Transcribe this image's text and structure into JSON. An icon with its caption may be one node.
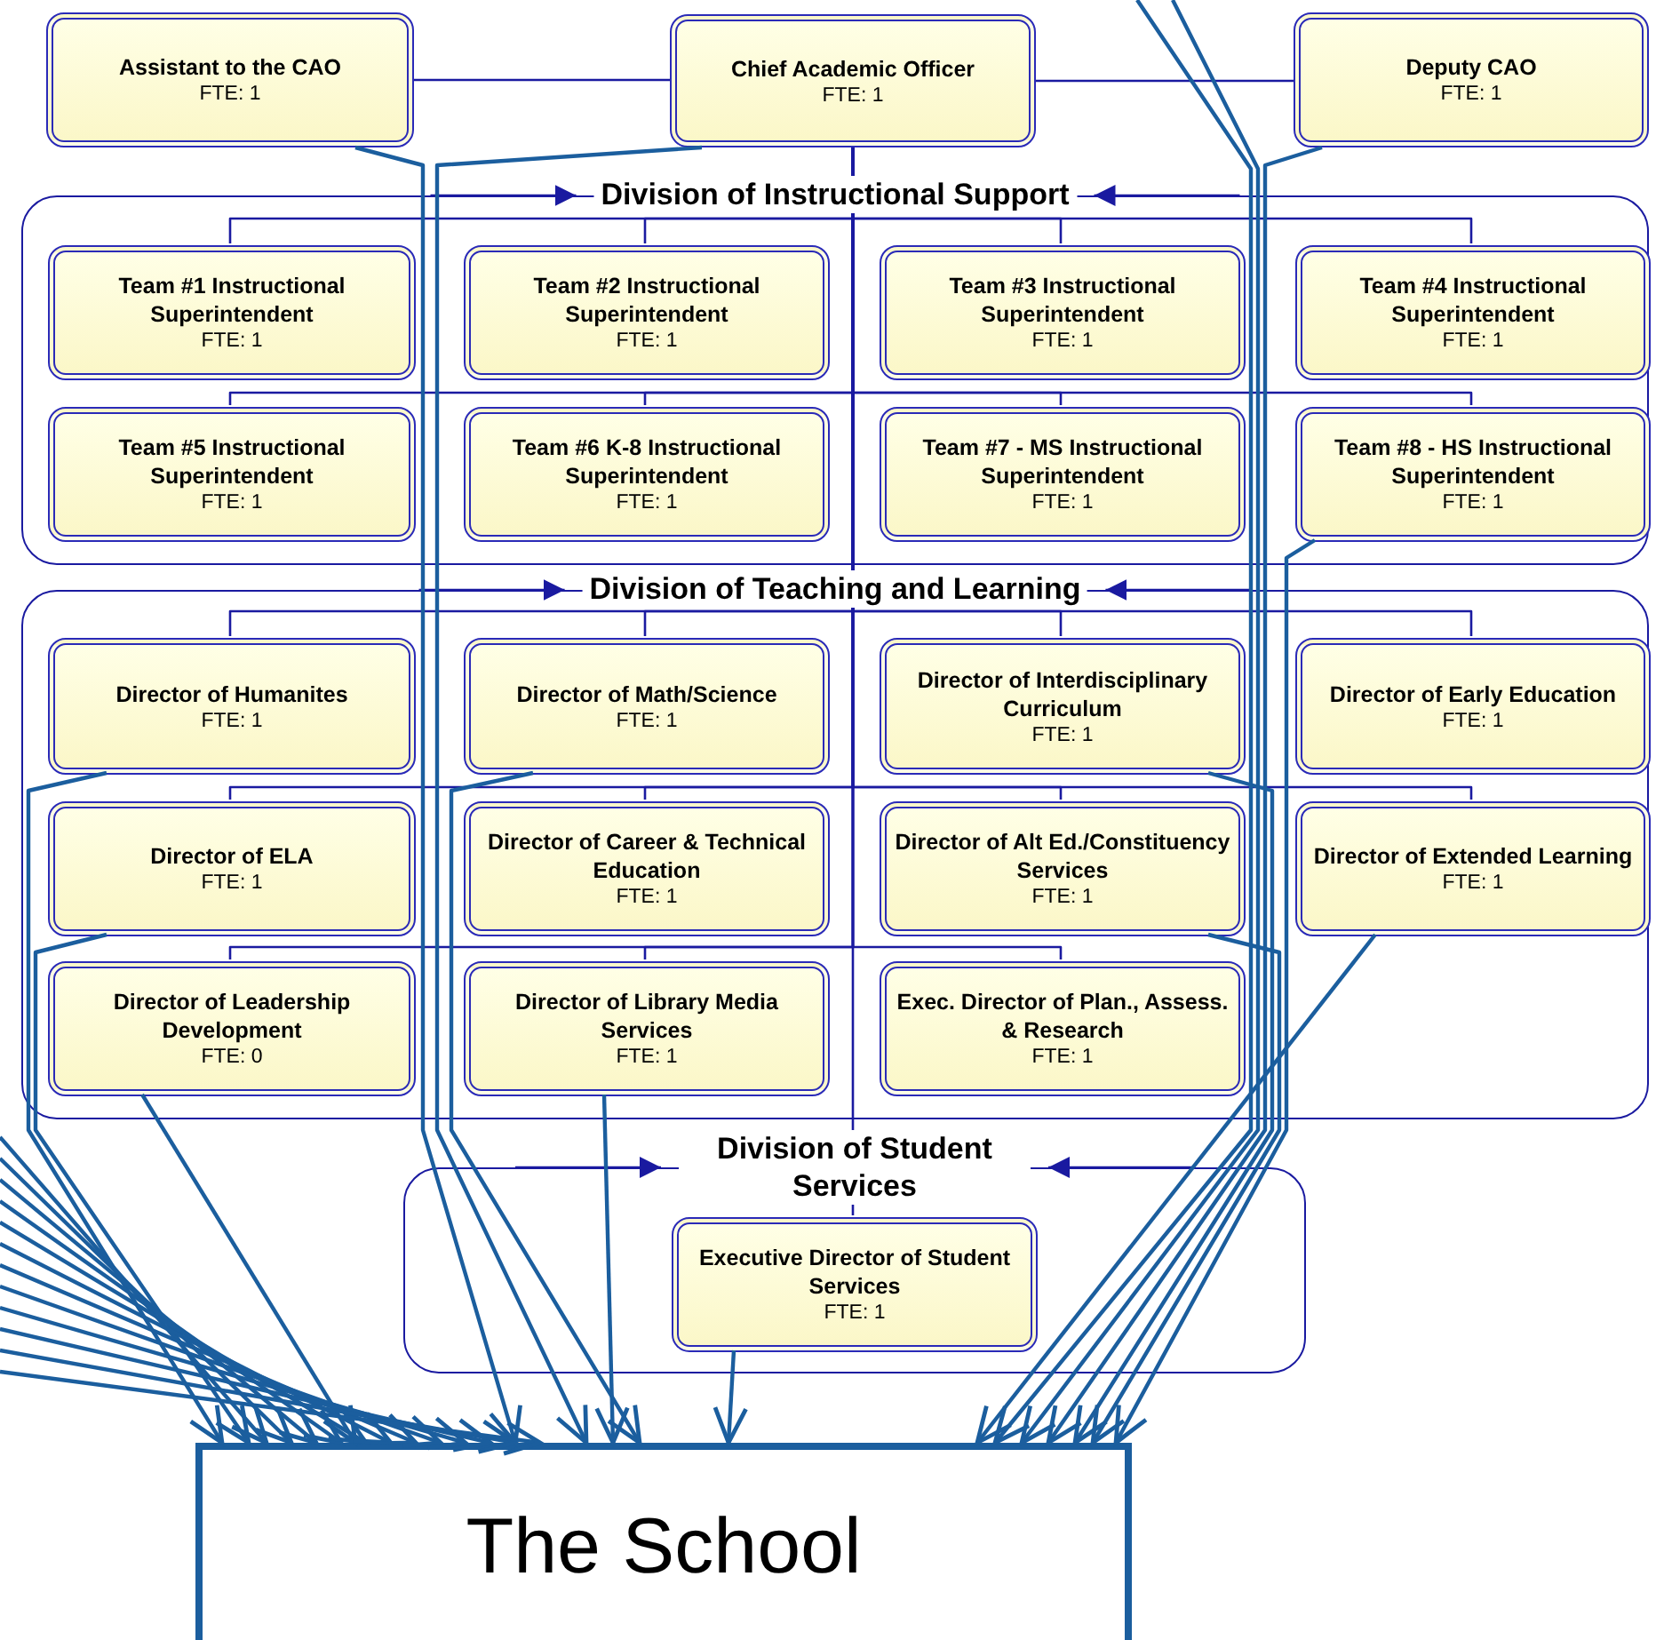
{
  "diagram": {
    "nodes": [
      {
        "text": [
          "Assistant to the CAO",
          "FTE:  1"
        ]
      },
      {
        "text": [
          "Chief Academic Officer",
          "FTE:  1"
        ]
      },
      {
        "text": [
          "Deputy CAO",
          "FTE:  1"
        ]
      },
      {
        "text": [
          "Division of Instructional Support"
        ]
      },
      {
        "text": [
          "Team #1 Instructional Superintendent",
          "FTE:  1"
        ],
        "in": 3
      },
      {
        "text": [
          "Team #2 Instructional Superintendent",
          "FTE:  1"
        ],
        "in": 3
      },
      {
        "text": [
          "Team #3 Instructional Superintendent",
          "FTE:  1"
        ],
        "in": 3
      },
      {
        "text": [
          "Team #4 Instructional Superintendent",
          "FTE:  1"
        ],
        "in": 3
      },
      {
        "text": [
          "Team #5 Instructional Superintendent",
          "FTE:  1"
        ],
        "in": 3
      },
      {
        "text": [
          "Team #6 K-8 Instructional Superintendent",
          "FTE:  1"
        ],
        "in": 3
      },
      {
        "text": [
          "Team #7 - MS Instructional Superintendent",
          "FTE:  1"
        ],
        "in": 3
      },
      {
        "text": [
          "Team #8 - HS Instructional Superintendent",
          "FTE:  1"
        ],
        "in": 3
      },
      {
        "text": [
          "Division of Teaching and Learning"
        ]
      },
      {
        "text": [
          "Director of Humanites",
          "FTE:  1"
        ],
        "in": 12
      },
      {
        "text": [
          "Director of Math/Science",
          "FTE:  1"
        ],
        "in": 12
      },
      {
        "text": [
          "Director of Interdisciplinary Curriculum",
          "FTE:  1"
        ],
        "in": 12
      },
      {
        "text": [
          "Director of Early Education",
          "FTE:  1"
        ],
        "in": 12
      },
      {
        "text": [
          "Director of ELA",
          "FTE:  1"
        ],
        "in": 12
      },
      {
        "text": [
          "Director of Career & Technical Education",
          "FTE:  1"
        ],
        "in": 12
      },
      {
        "text": [
          "Director of Alt Ed./Constituency Services",
          "FTE:  1"
        ],
        "in": 12
      },
      {
        "text": [
          "Director of Extended Learning",
          "FTE:  1"
        ],
        "in": 12
      },
      {
        "text": [
          "Director of Leadership Development",
          "FTE:  0"
        ],
        "in": 12
      },
      {
        "text": [
          "Director of Library Media Services",
          "FTE:  1"
        ],
        "in": 12
      },
      {
        "text": [
          "Exec. Director of Plan., Assess. & Research",
          "FTE:  1"
        ],
        "in": 12
      },
      {
        "text": [
          "Division of Student Services"
        ]
      },
      {
        "text": [
          "Executive Director of Student Services",
          "FTE:  1"
        ],
        "in": 24
      },
      {
        "text": [
          "The School"
        ]
      }
    ],
    "edges": [
      {
        "from": 0,
        "to": 1,
        "arrow": "none",
        "color": "#1a1aa0"
      },
      {
        "from": 1,
        "to": 2,
        "arrow": "none",
        "color": "#1a1aa0"
      },
      {
        "from": 1,
        "to": 4,
        "arrow": "none",
        "color": "#1a1aa0"
      },
      {
        "from": 1,
        "to": 5,
        "arrow": "none",
        "color": "#1a1aa0"
      },
      {
        "from": 1,
        "to": 6,
        "arrow": "none",
        "color": "#1a1aa0"
      },
      {
        "from": 1,
        "to": 7,
        "arrow": "none",
        "color": "#1a1aa0"
      },
      {
        "from": 1,
        "to": 8,
        "arrow": "none",
        "color": "#1a1aa0"
      },
      {
        "from": 1,
        "to": 9,
        "arrow": "none",
        "color": "#1a1aa0"
      },
      {
        "from": 1,
        "to": 10,
        "arrow": "none",
        "color": "#1a1aa0"
      },
      {
        "from": 1,
        "to": 11,
        "arrow": "none",
        "color": "#1a1aa0"
      },
      {
        "from": 1,
        "to": 13,
        "arrow": "none",
        "color": "#1a1aa0"
      },
      {
        "from": 1,
        "to": 14,
        "arrow": "none",
        "color": "#1a1aa0"
      },
      {
        "from": 1,
        "to": 15,
        "arrow": "none",
        "color": "#1a1aa0"
      },
      {
        "from": 1,
        "to": 16,
        "arrow": "none",
        "color": "#1a1aa0"
      },
      {
        "from": 1,
        "to": 17,
        "arrow": "none",
        "color": "#1a1aa0"
      },
      {
        "from": 1,
        "to": 18,
        "arrow": "none",
        "color": "#1a1aa0"
      },
      {
        "from": 1,
        "to": 19,
        "arrow": "none",
        "color": "#1a1aa0"
      },
      {
        "from": 1,
        "to": 20,
        "arrow": "none",
        "color": "#1a1aa0"
      },
      {
        "from": 1,
        "to": 21,
        "arrow": "none",
        "color": "#1a1aa0"
      },
      {
        "from": 1,
        "to": 22,
        "arrow": "none",
        "color": "#1a1aa0"
      },
      {
        "from": 1,
        "to": 23,
        "arrow": "none",
        "color": "#1a1aa0"
      },
      {
        "from": 1,
        "to": 25,
        "arrow": "none",
        "color": "#1a1aa0"
      },
      {
        "from": null,
        "to": 3,
        "arrow": "to",
        "color": "#1a1aa0"
      },
      {
        "from": null,
        "to": 3,
        "arrow": "to",
        "color": "#1a1aa0"
      },
      {
        "from": null,
        "to": 12,
        "arrow": "to",
        "color": "#1a1aa0"
      },
      {
        "from": null,
        "to": 12,
        "arrow": "to",
        "color": "#1a1aa0"
      },
      {
        "from": null,
        "to": 24,
        "arrow": "to",
        "color": "#1a1aa0"
      },
      {
        "from": null,
        "to": 24,
        "arrow": "to",
        "color": "#1a1aa0"
      },
      {
        "from": 0,
        "to": 26,
        "arrow": "to"
      },
      {
        "from": 1,
        "to": 26,
        "arrow": "to"
      },
      {
        "from": 2,
        "to": 26,
        "arrow": "to"
      },
      {
        "from": 11,
        "to": 26,
        "arrow": "to"
      },
      {
        "from": 13,
        "to": 26,
        "arrow": "to"
      },
      {
        "from": 14,
        "to": 26,
        "arrow": "to"
      },
      {
        "from": 15,
        "to": 26,
        "arrow": "to"
      },
      {
        "from": 17,
        "to": 26,
        "arrow": "to"
      },
      {
        "from": 19,
        "to": 26,
        "arrow": "to"
      },
      {
        "from": 20,
        "to": 26,
        "arrow": "to"
      },
      {
        "from": 21,
        "to": 26,
        "arrow": "to"
      },
      {
        "from": 22,
        "to": 26,
        "arrow": "to"
      },
      {
        "from": 25,
        "to": 26,
        "arrow": "to"
      },
      {
        "from": null,
        "to": 26,
        "arrow": "to"
      },
      {
        "from": null,
        "to": 26,
        "arrow": "to"
      },
      {
        "from": null,
        "to": 26,
        "arrow": "to"
      },
      {
        "from": null,
        "to": 26,
        "arrow": "to"
      },
      {
        "from": null,
        "to": 26,
        "arrow": "to"
      },
      {
        "from": null,
        "to": 26,
        "arrow": "to"
      },
      {
        "from": null,
        "to": 26,
        "arrow": "to"
      },
      {
        "from": null,
        "to": 26,
        "arrow": "to"
      },
      {
        "from": null,
        "to": 26,
        "arrow": "to"
      },
      {
        "from": null,
        "to": 26,
        "arrow": "to"
      },
      {
        "from": null,
        "to": 26,
        "arrow": "to"
      },
      {
        "from": null,
        "to": 26,
        "arrow": "to"
      },
      {
        "from": null,
        "to": 26,
        "arrow": "to"
      },
      {
        "from": null,
        "to": 26,
        "arrow": "to"
      }
    ]
  }
}
